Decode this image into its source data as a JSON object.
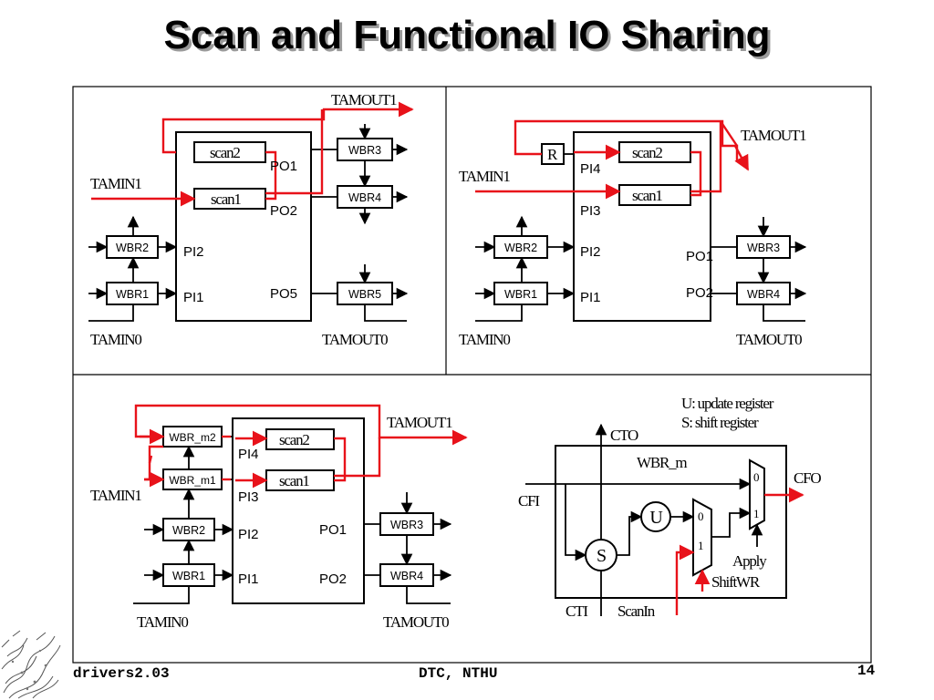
{
  "slide": {
    "title": "Scan and Functional IO Sharing",
    "footer_left": "drivers2.03",
    "footer_center": "DTC, NTHU",
    "page_number": "14"
  },
  "colors": {
    "scan_path": "#e8121a",
    "line": "#000000",
    "title_shadow": "#9a9a9a"
  },
  "panel_a": {
    "tamout1": "TAMOUT1",
    "tamin1": "TAMIN1",
    "tamin0": "TAMIN0",
    "tamout0": "TAMOUT0",
    "scan2": "scan2",
    "scan1": "scan1",
    "po1": "PO1",
    "po2": "PO2",
    "po5": "PO5",
    "pi2": "PI2",
    "pi1": "PI1",
    "wbr3": "WBR3",
    "wbr4": "WBR4",
    "wbr5": "WBR5",
    "wbr2": "WBR2",
    "wbr1": "WBR1"
  },
  "panel_b": {
    "tamout1": "TAMOUT1",
    "tamin1": "TAMIN1",
    "tamin0": "TAMIN0",
    "tamout0": "TAMOUT0",
    "r": "R",
    "scan2": "scan2",
    "scan1": "scan1",
    "pi4": "PI4",
    "pi3": "PI3",
    "pi2": "PI2",
    "pi1": "PI1",
    "po1": "PO1",
    "po2": "PO2",
    "wbr2": "WBR2",
    "wbr1": "WBR1",
    "wbr3": "WBR3",
    "wbr4": "WBR4"
  },
  "panel_c": {
    "tamout1": "TAMOUT1",
    "tamin1": "TAMIN1",
    "tamin0": "TAMIN0",
    "tamout0": "TAMOUT0",
    "wbr_m2": "WBR_m2",
    "wbr_m1": "WBR_m1",
    "wbr2": "WBR2",
    "wbr1": "WBR1",
    "scan2": "scan2",
    "scan1": "scan1",
    "pi4": "PI4",
    "pi3": "PI3",
    "pi2": "PI2",
    "pi1": "PI1",
    "po1": "PO1",
    "po2": "PO2",
    "wbr3": "WBR3",
    "wbr4": "WBR4"
  },
  "panel_d": {
    "legend_u": "U: update register",
    "legend_s": "S: shift register",
    "cto": "CTO",
    "wbr_m": "WBR_m",
    "cfi": "CFI",
    "cfo": "CFO",
    "u": "U",
    "s": "S",
    "mux_0": "0",
    "mux_1": "1",
    "mux2_0": "0",
    "mux2_1": "1",
    "apply": "Apply",
    "shiftwr": "ShiftWR",
    "cti": "CTI",
    "scanin": "ScanIn"
  }
}
